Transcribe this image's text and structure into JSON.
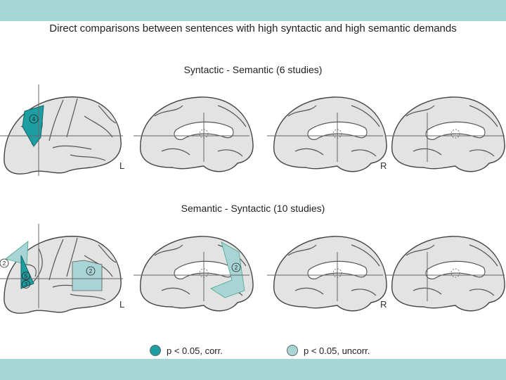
{
  "title": "Direct comparisons between sentences with high syntactic and high semantic demands",
  "panels": [
    {
      "label": "Syntactic - Semantic (6 studies)"
    },
    {
      "label": "Semantic - Syntactic (10 studies)"
    }
  ],
  "hemisphere_labels": {
    "left": "L",
    "right": "R"
  },
  "region_numbers": {
    "a": "4",
    "b": "2",
    "c": "5",
    "d": "3",
    "e": "2",
    "f": "2"
  },
  "legend": {
    "corrected": "p < 0.05, corr.",
    "uncorrected": "p < 0.05, uncorr."
  },
  "colors": {
    "band": "#a7d6d6",
    "corrected": "#1d9ea3",
    "uncorrected": "#a8d4d6",
    "brain_fill": "#e3e3e3",
    "brain_line": "#444444"
  }
}
